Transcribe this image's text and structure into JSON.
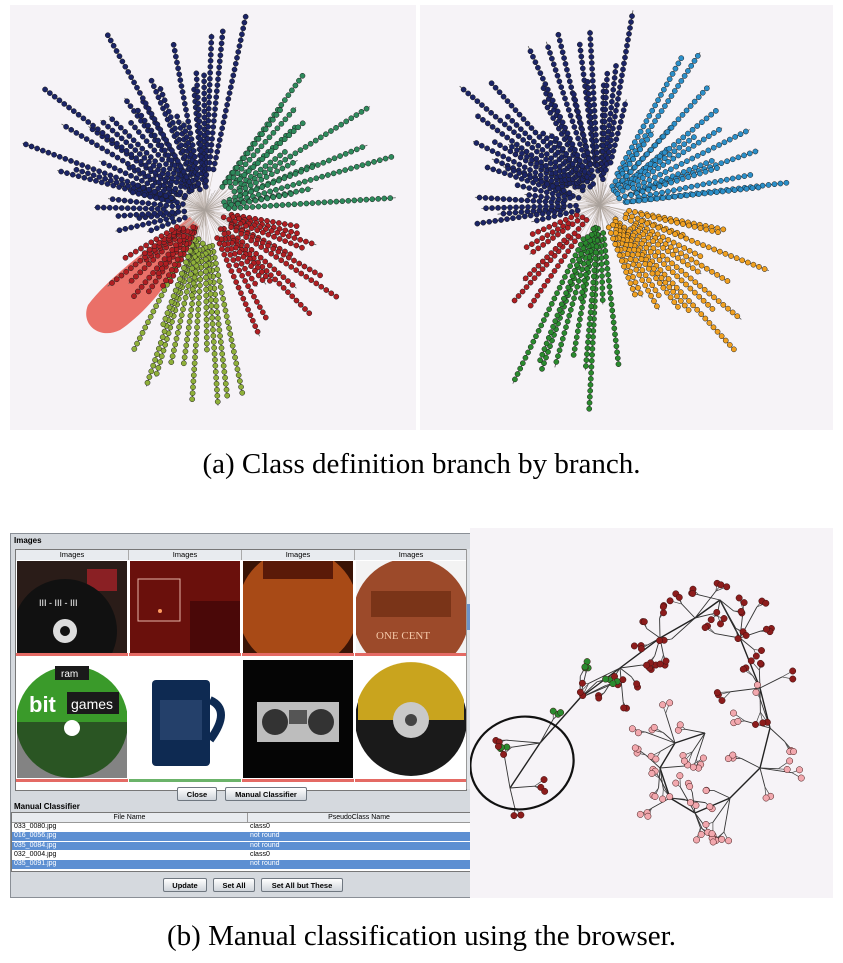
{
  "captions": {
    "a": "(a) Class definition branch by branch.",
    "b": "(b) Manual classification using the browser."
  },
  "colors": {
    "navy": "#1b2466",
    "teal_green": "#2e8a5c",
    "dark_red": "#b01e22",
    "olive_green": "#8fb03a",
    "highlight": "#e8584f",
    "sky_blue": "#2b8fc9",
    "orange": "#f0a020",
    "forest_green": "#2a8a2e",
    "pink_node": "#f2a8ae",
    "maroon_node": "#8c1c1c",
    "selection_blue": "#5d8fd2"
  },
  "browser": {
    "section_title": "Images",
    "column_headers": [
      "Images",
      "Images",
      "Images",
      "Images"
    ],
    "close_button": "Close",
    "manual_classifier_button": "Manual Classifier",
    "manual_section_title": "Manual Classifier",
    "table": {
      "headers": [
        "File Name",
        "PseudoClass Name"
      ],
      "rows": [
        {
          "file": "033_0080.jpg",
          "class": "class0",
          "selected": false
        },
        {
          "file": "016_0056.jpg",
          "class": "not round",
          "selected": true
        },
        {
          "file": "035_0084.jpg",
          "class": "not round",
          "selected": true
        },
        {
          "file": "032_0004.jpg",
          "class": "class0",
          "selected": false
        },
        {
          "file": "035_0091.jpg",
          "class": "not round",
          "selected": true
        }
      ]
    },
    "update_button": "Update",
    "set_all_button": "Set All",
    "set_all_but_button": "Set All but These",
    "thumb_text": {
      "cd_label": "III - III - III",
      "ram": "ram",
      "bit": "bit",
      "games": "games",
      "one_cent": "ONE CENT"
    }
  }
}
